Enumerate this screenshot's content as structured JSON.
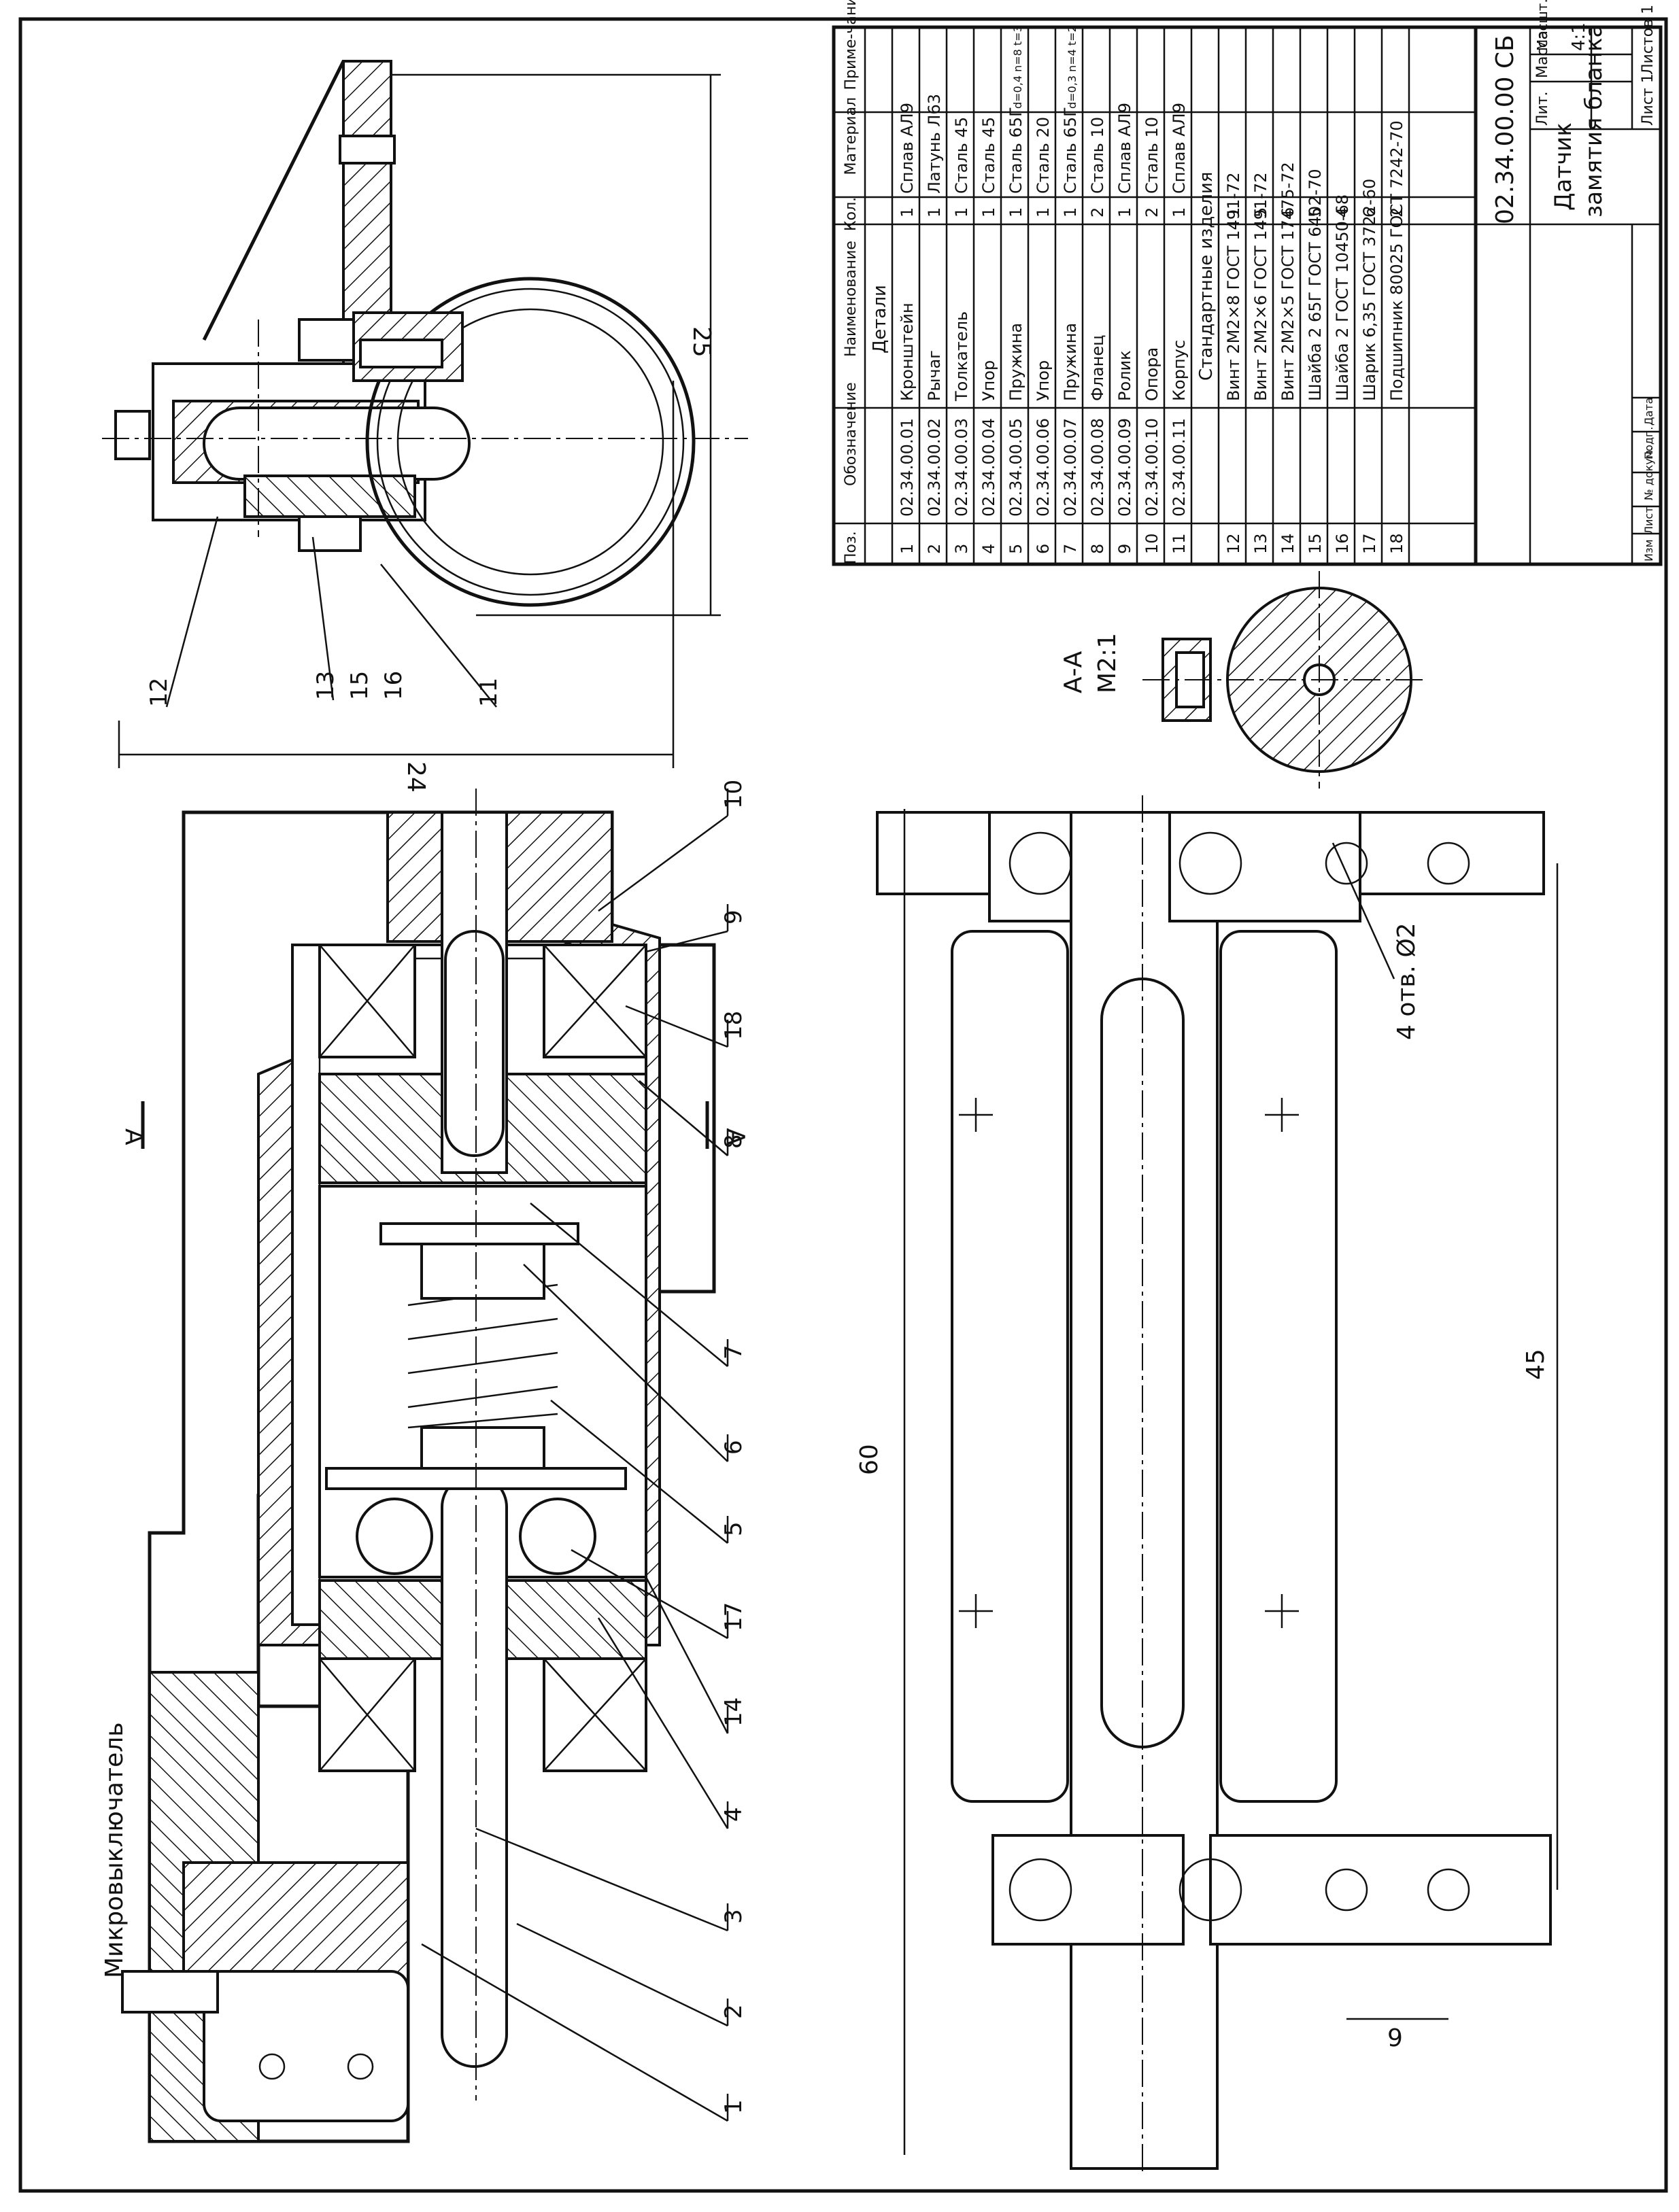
{
  "drawing": {
    "title": "02.34.00.00 СБ",
    "name_line1": "Датчик",
    "name_line2": "замятия бланка",
    "scale": "4:1",
    "sheet": "Лист 1",
    "sheets": "Листов 1",
    "mass_header": "Масса",
    "scale_header": "Масшт.",
    "lit_header": "Лит."
  },
  "stamp_headers": {
    "izm": "Изм",
    "list": "Лист",
    "doc": "№ докум.",
    "sign": "Подп.",
    "date": "Дата"
  },
  "spec": {
    "headers": {
      "pos": "Поз.",
      "designation": "Обозначение",
      "name": "Наименование",
      "qty": "Кол.",
      "material": "Материал",
      "note": "Приме-чание"
    },
    "section_details": "Детали",
    "section_standard": "Стандартные изделия",
    "rows": [
      {
        "pos": "1",
        "designation": "02.34.00.01",
        "name": "Кронштейн",
        "qty": "1",
        "material": "Сплав АЛ9",
        "note": ""
      },
      {
        "pos": "2",
        "designation": "02.34.00.02",
        "name": "Рычаг",
        "qty": "1",
        "material": "Латунь Л63",
        "note": ""
      },
      {
        "pos": "3",
        "designation": "02.34.00.03",
        "name": "Толкатель",
        "qty": "1",
        "material": "Сталь 45",
        "note": ""
      },
      {
        "pos": "4",
        "designation": "02.34.00.04",
        "name": "Упор",
        "qty": "1",
        "material": "Сталь 45",
        "note": ""
      },
      {
        "pos": "5",
        "designation": "02.34.00.05",
        "name": "Пружина",
        "qty": "1",
        "material": "Сталь 65Г",
        "note": "d=0,4 n=8 t=3"
      },
      {
        "pos": "6",
        "designation": "02.34.00.06",
        "name": "Упор",
        "qty": "1",
        "material": "Сталь 20",
        "note": ""
      },
      {
        "pos": "7",
        "designation": "02.34.00.07",
        "name": "Пружина",
        "qty": "1",
        "material": "Сталь 65Г",
        "note": "d=0,3 n=4 t=2"
      },
      {
        "pos": "8",
        "designation": "02.34.00.08",
        "name": "Фланец",
        "qty": "2",
        "material": "Сталь 10",
        "note": ""
      },
      {
        "pos": "9",
        "designation": "02.34.00.09",
        "name": "Ролик",
        "qty": "1",
        "material": "Сплав АЛ9",
        "note": ""
      },
      {
        "pos": "10",
        "designation": "02.34.00.10",
        "name": "Опора",
        "qty": "2",
        "material": "Сталь 10",
        "note": ""
      },
      {
        "pos": "11",
        "designation": "02.34.00.11",
        "name": "Корпус",
        "qty": "1",
        "material": "Сплав АЛ9",
        "note": ""
      },
      {
        "pos": "12",
        "designation": "",
        "name": "Винт 2М2×8 ГОСТ 1491-72",
        "qty": "1",
        "material": "",
        "note": ""
      },
      {
        "pos": "13",
        "designation": "",
        "name": "Винт 2М2×6 ГОСТ 1491-72",
        "qty": "5",
        "material": "",
        "note": ""
      },
      {
        "pos": "14",
        "designation": "",
        "name": "Винт 2М2×5 ГОСТ 17475-72",
        "qty": "6",
        "material": "",
        "note": ""
      },
      {
        "pos": "15",
        "designation": "",
        "name": "Шайба 2 65Г ГОСТ 6402-70",
        "qty": "5",
        "material": "",
        "note": ""
      },
      {
        "pos": "16",
        "designation": "",
        "name": "Шайба 2 ГОСТ 10450-68",
        "qty": "4",
        "material": "",
        "note": ""
      },
      {
        "pos": "17",
        "designation": "",
        "name": "Шарик 6,35 ГОСТ 3722-60",
        "qty": "6",
        "material": "",
        "note": ""
      },
      {
        "pos": "18",
        "designation": "",
        "name": "Подшипник 80025 ГОСТ 7242-70",
        "qty": "2",
        "material": "",
        "note": ""
      }
    ]
  },
  "labels": {
    "section": "А-А",
    "section_scale": "М2:1",
    "section_mark": "А",
    "microswitch": "Микровыключатель",
    "holes": "4 отв. Ø2",
    "dim_60": "60",
    "dim_45": "45",
    "dim_9": "9",
    "dim_24": "24",
    "dim_25": "25"
  },
  "leaders_main": [
    "10",
    "9",
    "18",
    "8",
    "7",
    "6",
    "5",
    "17",
    "14",
    "4",
    "3",
    "2",
    "1"
  ],
  "leaders_top": [
    "12",
    "13",
    "15",
    "16",
    "11"
  ]
}
